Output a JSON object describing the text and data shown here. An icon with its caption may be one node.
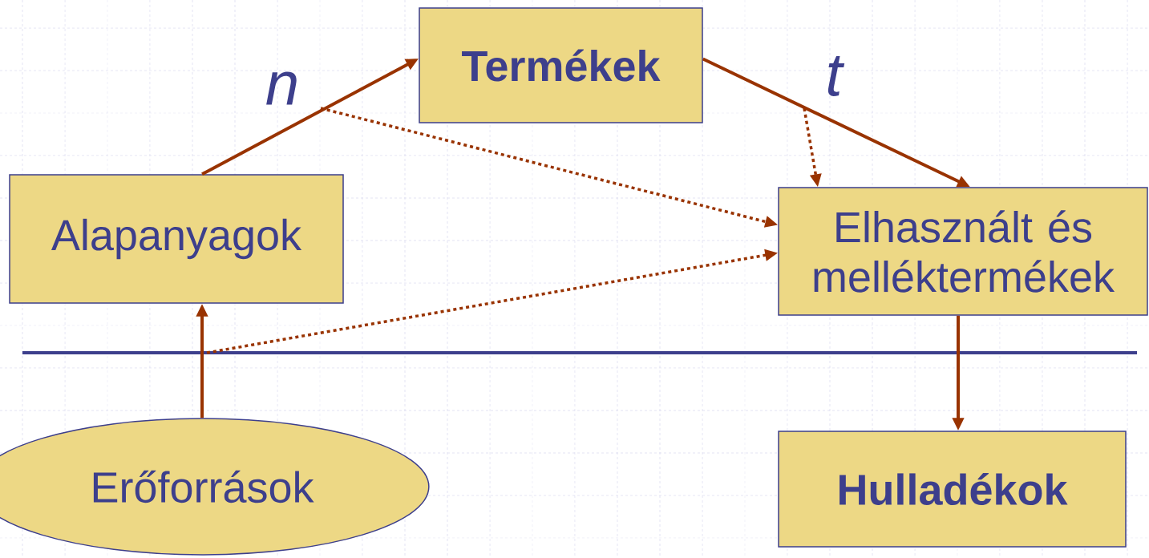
{
  "diagram": {
    "nodes": [
      {
        "text": [
          "Alapanyagok"
        ]
      },
      {
        "text": [
          "Termékek"
        ]
      },
      {
        "text": [
          "Elhasznált és melléktermékek"
        ]
      },
      {
        "text": [
          "Hulladékok"
        ]
      },
      {
        "text": [
          "Erőforrások"
        ]
      }
    ],
    "edges": [
      {
        "from": 0,
        "to": 1,
        "arrow": "to"
      },
      {
        "from": 1,
        "to": 2,
        "arrow": "to"
      },
      {
        "from": 2,
        "to": 3,
        "arrow": "to"
      },
      {
        "from": 4,
        "to": 0,
        "arrow": "to"
      },
      {
        "from": null,
        "to": 2,
        "arrow": "to",
        "style": "dashed"
      },
      {
        "from": null,
        "to": 2,
        "arrow": "to",
        "style": "dashed"
      },
      {
        "from": null,
        "to": 2,
        "arrow": "to",
        "style": "dashed"
      }
    ],
    "labels": [
      "n",
      "t"
    ]
  }
}
